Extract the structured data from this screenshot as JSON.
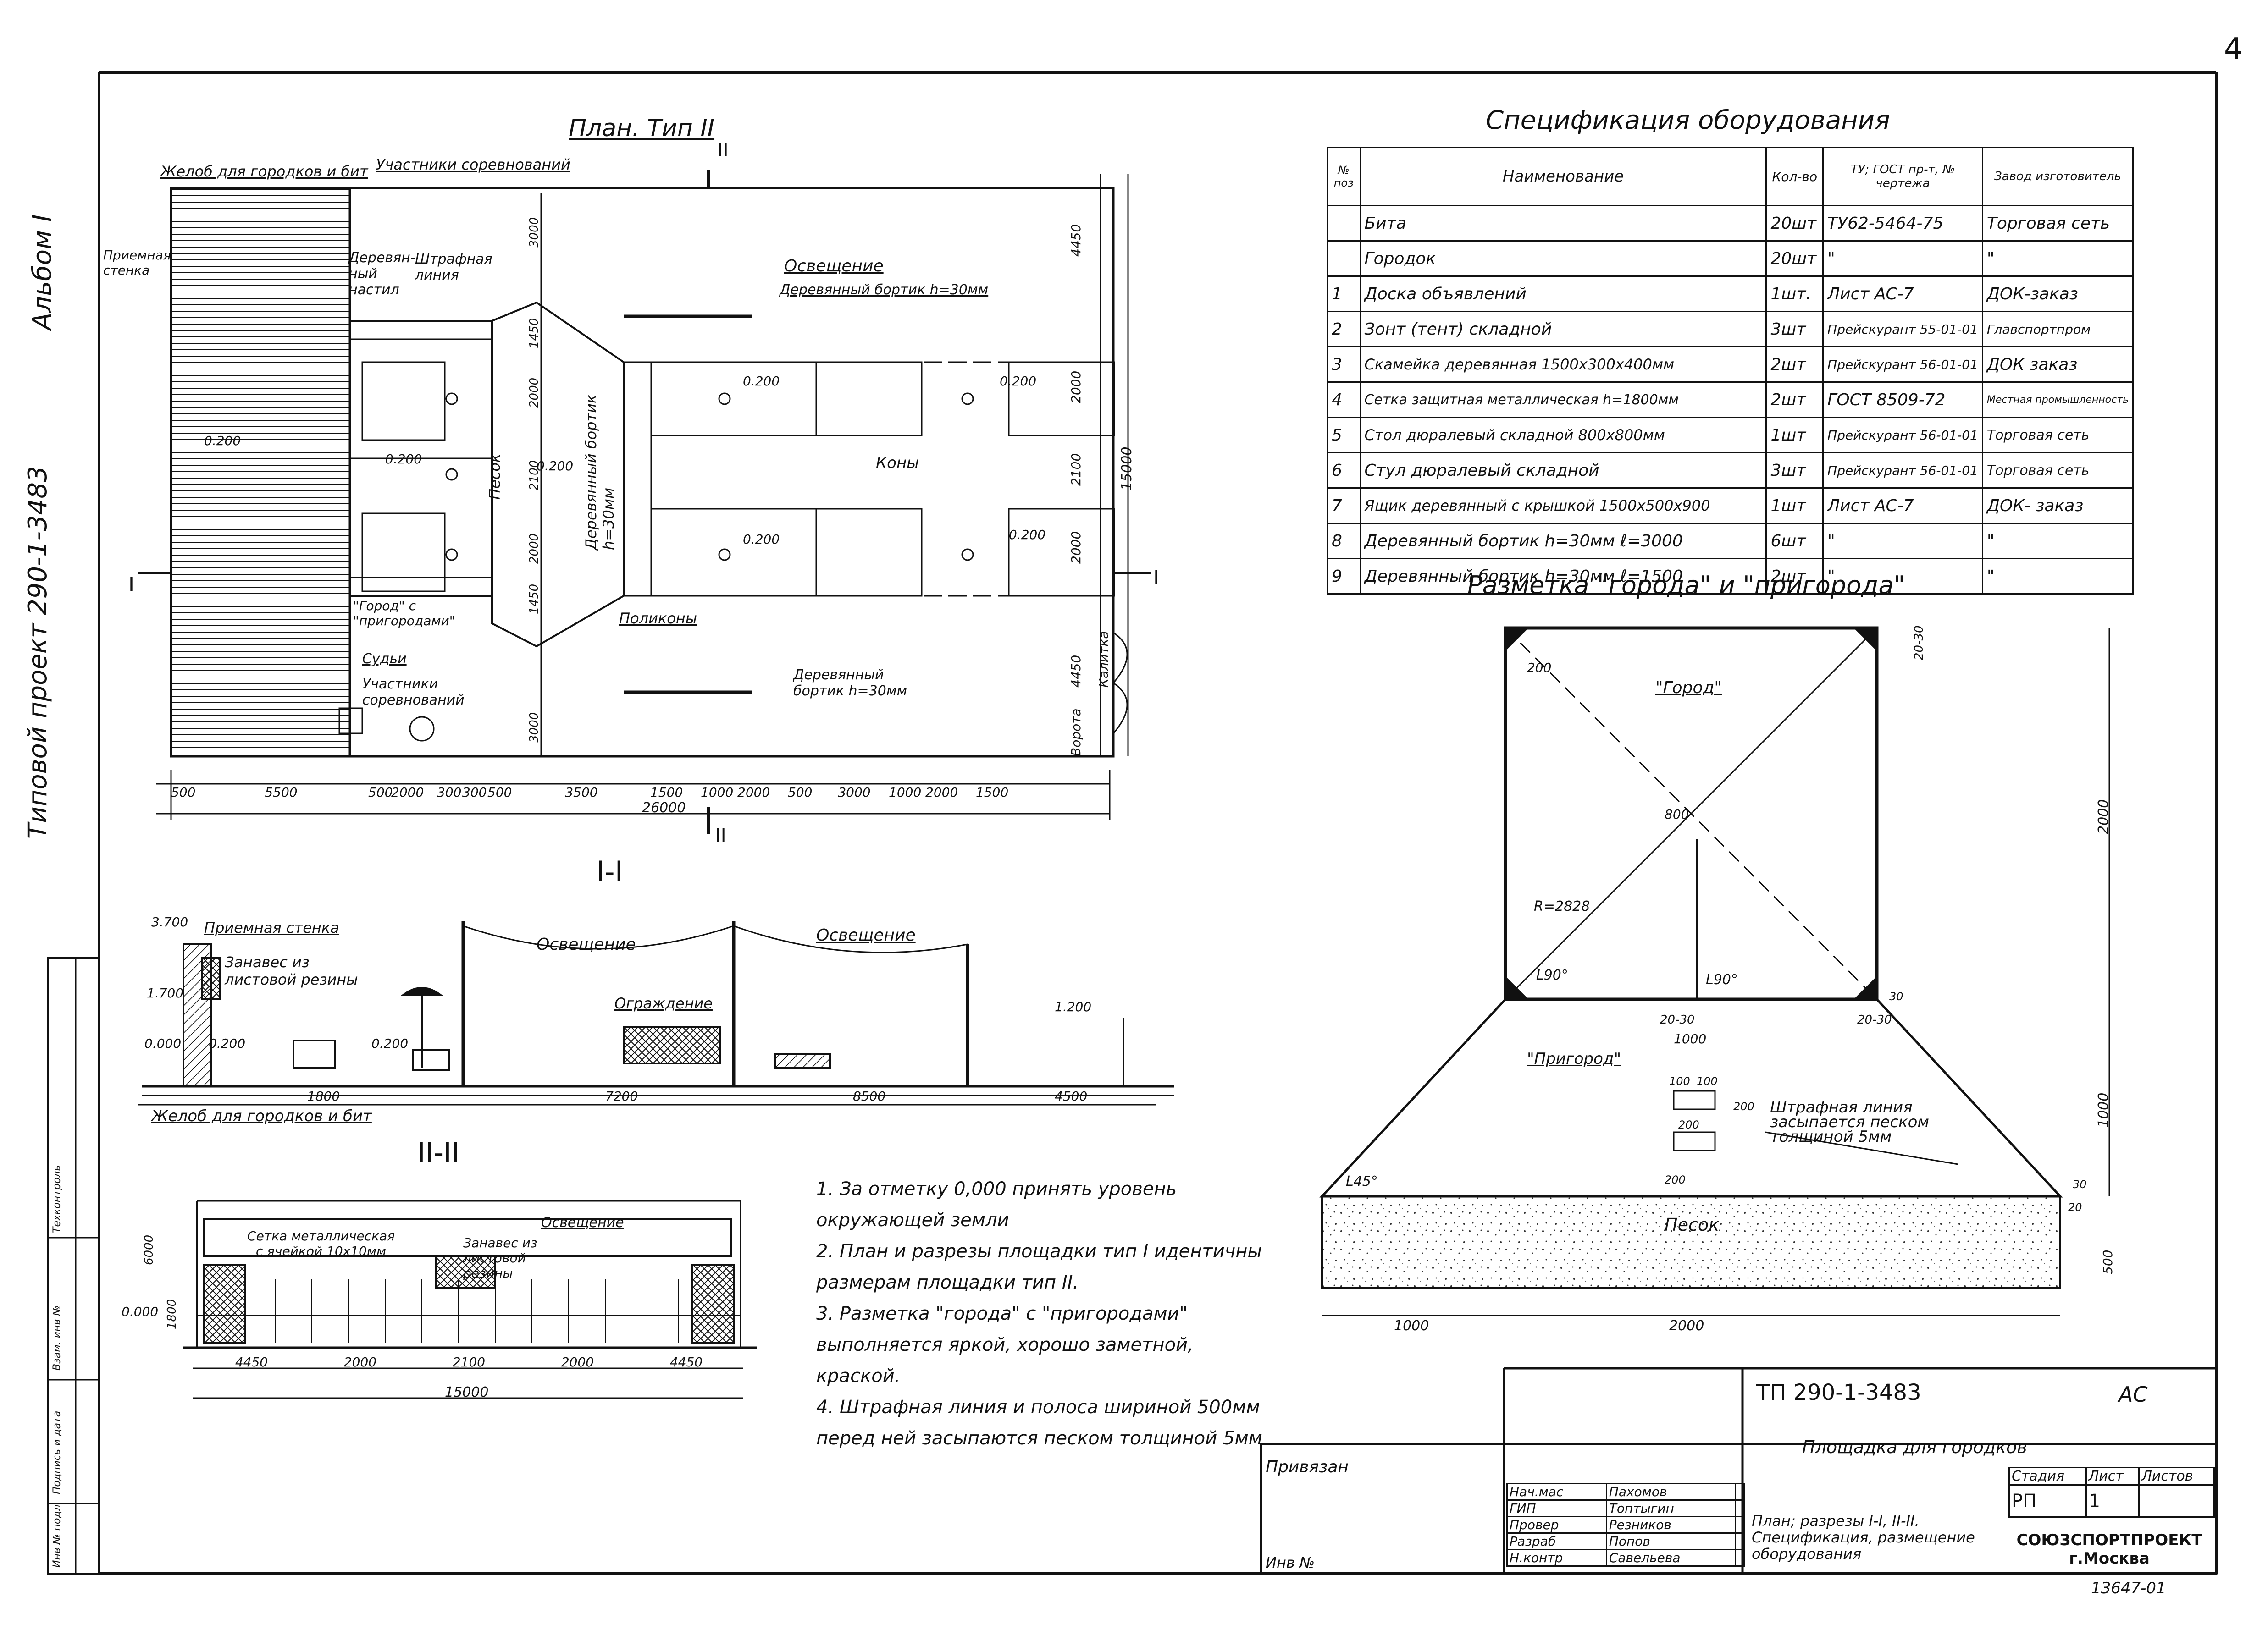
{
  "page_number": "4",
  "album": "Альбом I",
  "project": "Типовой проект 290-1-3483",
  "plan": {
    "title": "План. Тип II",
    "labels": {
      "gutter": "Желоб для городков и бит",
      "participants_top": "Участники соревнований",
      "receiving_wall": "Приемная стенка",
      "wooden_floor": "Деревян-ный настил",
      "penalty_line": "Штрафная линия",
      "lighting": "Освещение",
      "curb_top": "Деревянный бортик h=30мм",
      "sand": "Песок",
      "curb_center": "Деревянный бортик h=30мм",
      "cones": "Коны",
      "polycones": "Поликоны",
      "city_suburbs": "\"Город\" с \"пригородами\"",
      "judges": "Судьи",
      "participants_bottom": "Участники соревнований",
      "curb_bottom": "Деревянный бортик h=30мм",
      "gate": "Калитка",
      "gates": "Ворота",
      "mark_0200": "0.200"
    },
    "dims_bottom": [
      "500",
      "5500",
      "500",
      "2000",
      "300",
      "300",
      "500",
      "3500",
      "1500",
      "1000",
      "2000",
      "500",
      "3000",
      "1000",
      "2000",
      "1500"
    ],
    "total": "26000",
    "dims_right": [
      "4450",
      "2000",
      "2100",
      "2000",
      "4450",
      "15000"
    ],
    "dims_left_col": [
      "3000",
      "1450",
      "2000",
      "2100",
      "2000",
      "1450",
      "3000"
    ],
    "section_marks": [
      "I",
      "I",
      "II",
      "II"
    ]
  },
  "section_1": {
    "title": "I-I",
    "labels": {
      "receiving_wall": "Приемная стенка",
      "curtain": "Занавес из листовой резины",
      "lighting_1": "Освещение",
      "lighting_2": "Освещение",
      "fence": "Ограждение",
      "gutter": "Желоб для городков и бит"
    },
    "levels": [
      "3.700",
      "1.700",
      "0.000",
      "0.200",
      "0.200",
      "1.200"
    ],
    "dims": [
      "1800",
      "7200",
      "8500",
      "4500"
    ]
  },
  "section_2": {
    "title": "II-II",
    "labels": {
      "lighting": "Освещение",
      "mesh": "Сетка металлическая с ячейкой 10х10мм",
      "curtain": "Занавес из листовой резины"
    },
    "levels": [
      "0.000",
      "6000",
      "1800"
    ],
    "dims": [
      "4450",
      "2000",
      "2100",
      "2000",
      "4450"
    ],
    "total": "15000"
  },
  "spec": {
    "title": "Спецификация оборудования",
    "headers": [
      "№ поз",
      "Наименование",
      "Кол-во",
      "ТУ; ГОСТ пр-т, № чертежа",
      "Завод изготовитель"
    ],
    "rows": [
      [
        "",
        "Бита",
        "20шт",
        "ТУ62-5464-75",
        "Торговая сеть"
      ],
      [
        "",
        "Городок",
        "20шт",
        "\"",
        "\""
      ],
      [
        "1",
        "Доска объявлений",
        "1шт.",
        "Лист АС-7",
        "ДОК-заказ"
      ],
      [
        "2",
        "Зонт (тент) складной",
        "3шт",
        "Прейскурант 55-01-01",
        "Главспортпром"
      ],
      [
        "3",
        "Скамейка деревянная 1500х300х400мм",
        "2шт",
        "Прейскурант 56-01-01",
        "ДОК заказ"
      ],
      [
        "4",
        "Сетка защитная металлическая h=1800мм",
        "2шт",
        "ГОСТ 8509-72",
        "Местная промышленность"
      ],
      [
        "5",
        "Стол дюралевый складной 800х800мм",
        "1шт",
        "Прейскурант 56-01-01",
        "Торговая сеть"
      ],
      [
        "6",
        "Стул дюралевый складной",
        "3шт",
        "Прейскурант 56-01-01",
        "Торговая сеть"
      ],
      [
        "7",
        "Ящик деревянный с крышкой 1500х500х900",
        "1шт",
        "Лист АС-7",
        "ДОК- заказ"
      ],
      [
        "8",
        "Деревянный бортик h=30мм ℓ=3000",
        "6шт",
        "\"",
        "\""
      ],
      [
        "9",
        "Деревянный бортик h=30мм ℓ=1500",
        "2шт",
        "\"",
        "\""
      ]
    ]
  },
  "markup": {
    "title": "Разметка \"города\" и \"пригорода\"",
    "city": "\"Город\"",
    "suburb": "\"Пригород\"",
    "sand": "Песок",
    "penalty": "Штрафная линия засыпается песком толщиной 5мм",
    "dims": [
      "200",
      "800",
      "R=2828",
      "L90°",
      "L90°",
      "L45°",
      "20-30",
      "20-30",
      "20-30",
      "1000",
      "2000",
      "1000",
      "2000",
      "1000",
      "500",
      "100",
      "100",
      "200",
      "200",
      "200",
      "30",
      "30",
      "20"
    ]
  },
  "notes": [
    "1. За отметку 0,000 принять уровень окружающей земли",
    "2. План и разрезы площадки тип I идентичны размерам площадки тип II.",
    "3. Разметка \"города\" с \"пригородами\" выполняется яркой, хорошо заметной, краской.",
    "4. Штрафная линия и полоса шириной 500мм перед ней засыпаются песком толщиной 5мм"
  ],
  "stamp": {
    "code": "ТП 290-1-3483",
    "mark": "АС",
    "object": "Площадка для городков",
    "stage_h": "Стадия",
    "sheet_h": "Лист",
    "sheets_h": "Листов",
    "stage": "РП",
    "sheet": "1",
    "sheet_title": "План; разрезы I-I, II-II. Спецификация, размещение оборудования",
    "org": "СОЮЗСПОРТПРОЕКТ г.Москва",
    "bound": "Привязан",
    "inv": "Инв №",
    "roles": [
      [
        "Нач.мас",
        "Пахомов"
      ],
      [
        "ГИП",
        "Топтыгин"
      ],
      [
        "Провер",
        "Резников"
      ],
      [
        "Разраб",
        "Попов"
      ],
      [
        "Н.контр",
        "Савельева"
      ]
    ],
    "archive": "13647-01",
    "side_labels": [
      "Инв № подл.",
      "Подпись и дата",
      "Взам. инв №",
      "Техконтроль"
    ]
  }
}
